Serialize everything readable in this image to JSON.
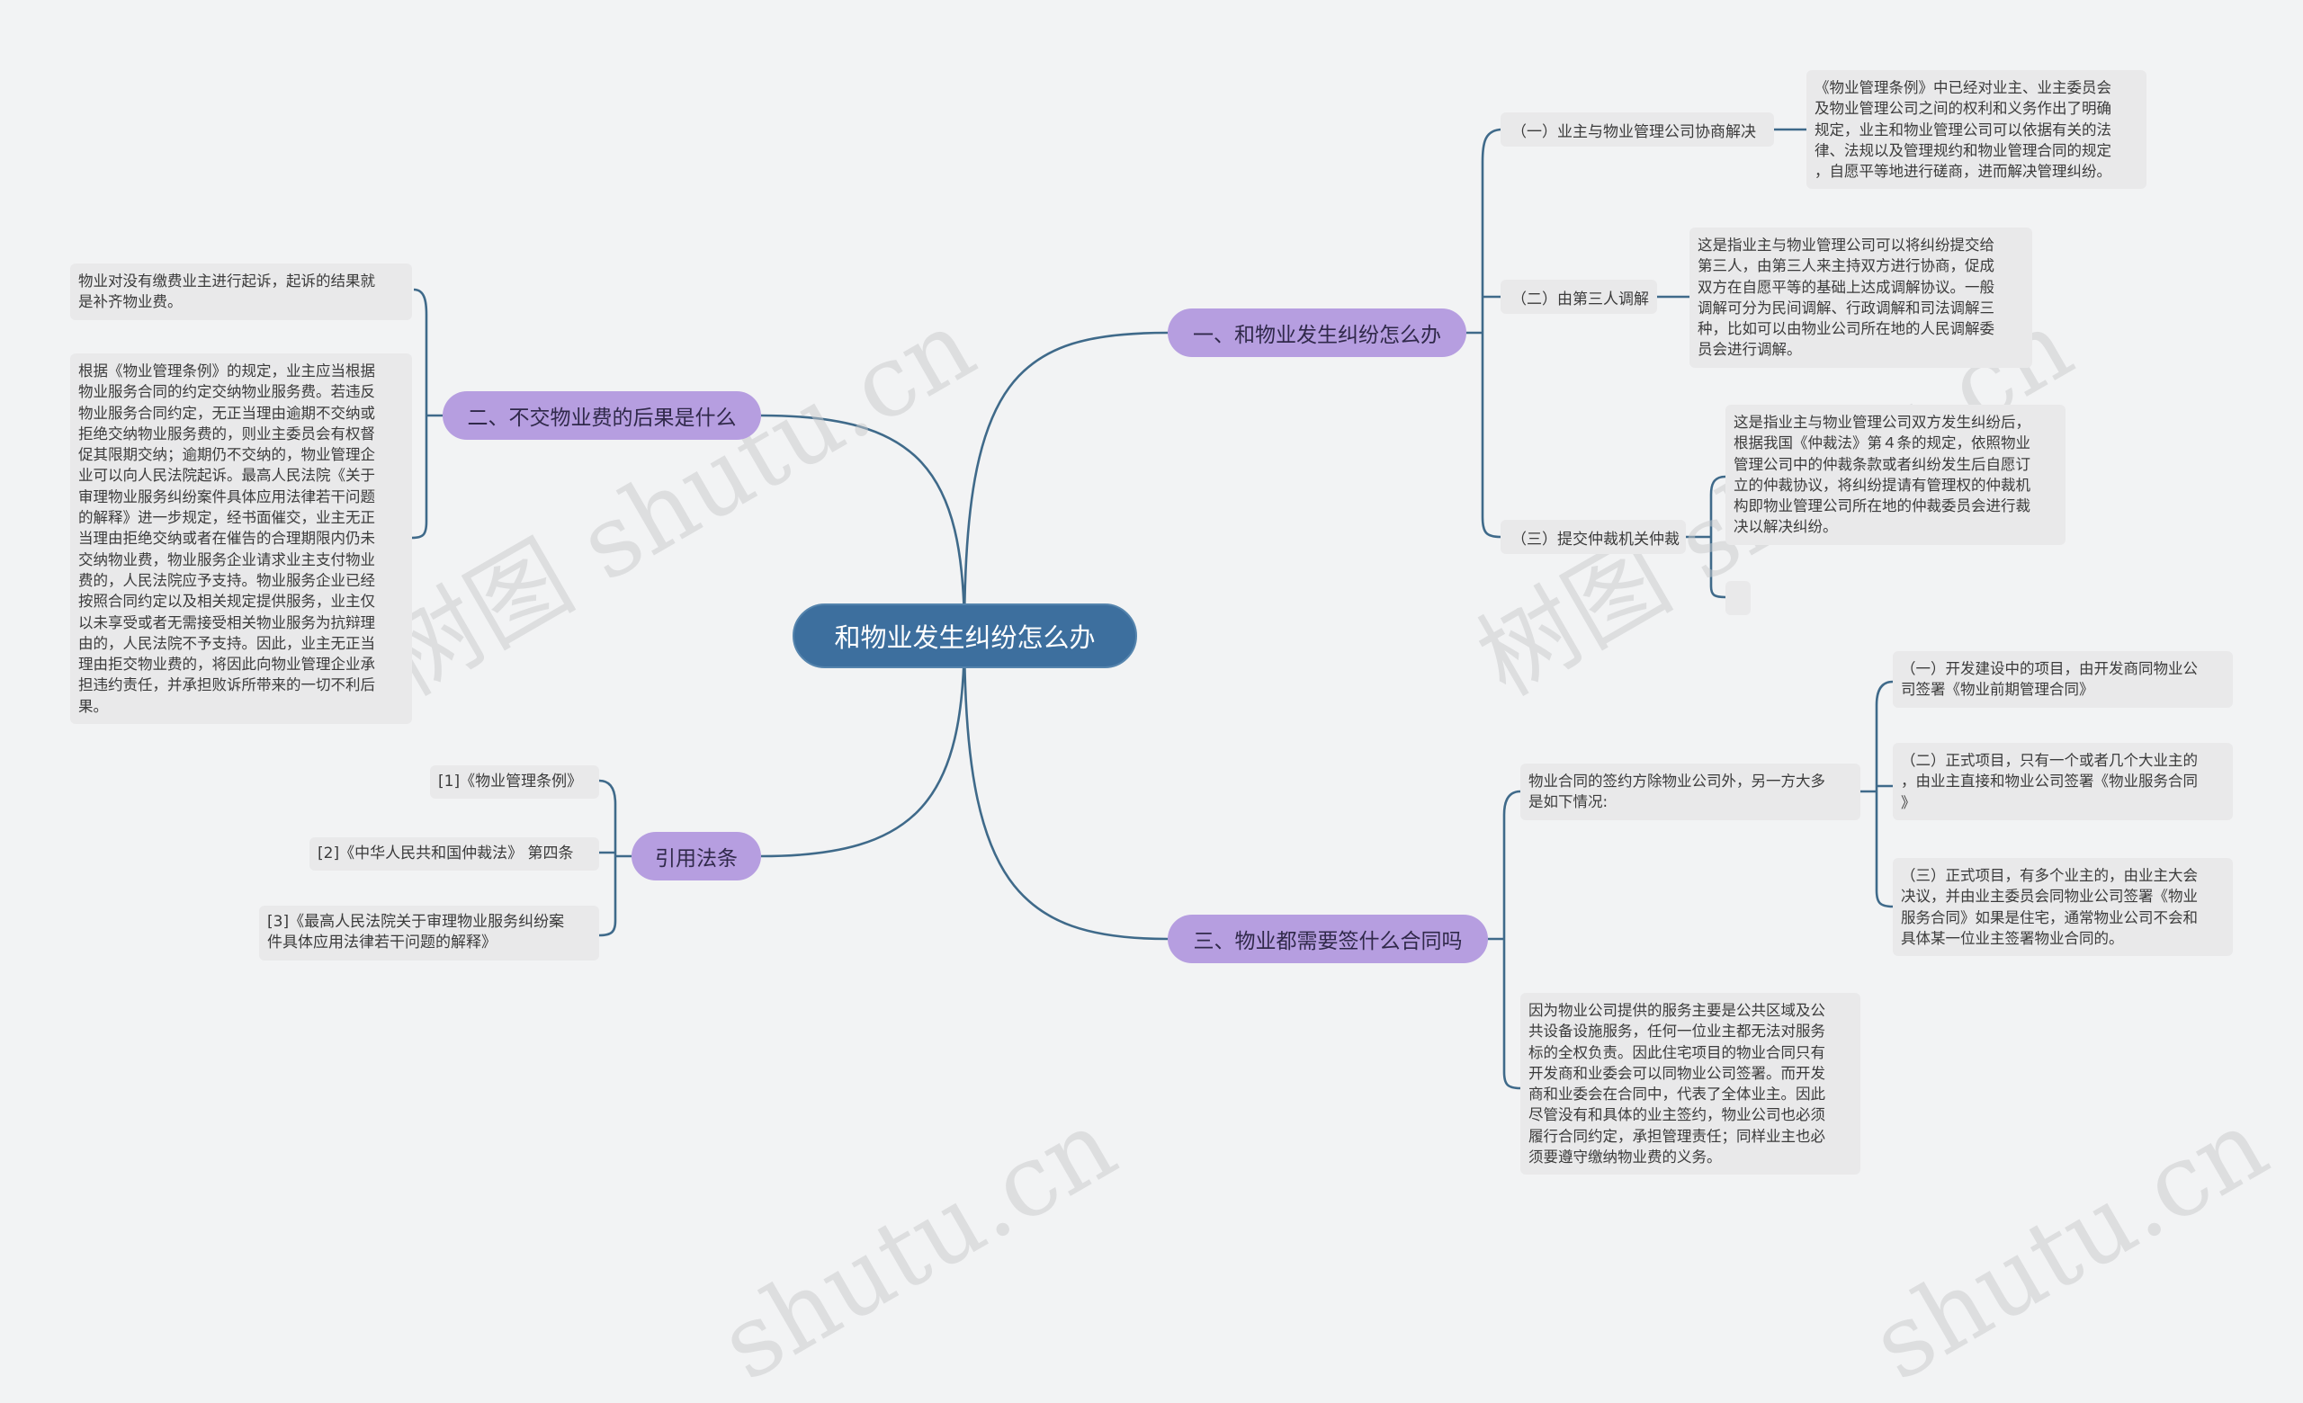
{
  "root": {
    "title": "和物业发生纠纷怎么办"
  },
  "colors": {
    "root": "#3d6f9e",
    "branch": "#b69ee0",
    "line": "#3f6a8a",
    "leaf": "#e9e9ea"
  },
  "branches": {
    "b1": {
      "title": "一、和物业发生纠纷怎么办",
      "subs": [
        {
          "title": "（一）业主与物业管理公司协商解决",
          "text": "《物业管理条例》中已经对业主、业主委员会\n及物业管理公司之间的权利和义务作出了明确\n规定，业主和物业管理公司可以依据有关的法\n律、法规以及管理规约和物业管理合同的规定\n，自愿平等地进行磋商，进而解决管理纠纷。"
        },
        {
          "title": "（二）由第三人调解",
          "text": "这是指业主与物业管理公司可以将纠纷提交给\n第三人，由第三人来主持双方进行协商，促成\n双方在自愿平等的基础上达成调解协议。一般\n调解可分为民间调解、行政调解和司法调解三\n种，比如可以由物业公司所在地的人民调解委\n员会进行调解。"
        },
        {
          "title": "（三）提交仲裁机关仲裁",
          "text": "这是指业主与物业管理公司双方发生纠纷后，\n根据我国《仲裁法》第４条的规定，依照物业\n管理公司中的仲裁条款或者纠纷发生后自愿订\n立的仲裁协议，将纠纷提请有管理权的仲裁机\n构即物业管理公司所在地的仲裁委员会进行裁\n决以解决纠纷。"
        }
      ]
    },
    "b2": {
      "title": "二、不交物业费的后果是什么",
      "items": [
        "物业对没有缴费业主进行起诉，起诉的结果就\n是补齐物业费。",
        "根据《物业管理条例》的规定，业主应当根据\n物业服务合同的约定交纳物业服务费。若违反\n物业服务合同约定，无正当理由逾期不交纳或\n拒绝交纳物业服务费的，则业主委员会有权督\n促其限期交纳；逾期仍不交纳的，物业管理企\n业可以向人民法院起诉。最高人民法院《关于\n审理物业服务纠纷案件具体应用法律若干问题\n的解释》进一步规定，经书面催交，业主无正\n当理由拒绝交纳或者在催告的合理期限内仍未\n交纳物业费，物业服务企业请求业主支付物业\n费的，人民法院应予支持。物业服务企业已经\n按照合同约定以及相关规定提供服务，业主仅\n以未享受或者无需接受相关物业服务为抗辩理\n由的，人民法院不予支持。因此，业主无正当\n理由拒交物业费的，将因此向物业管理企业承\n担违约责任，并承担败诉所带来的一切不利后\n果。"
      ]
    },
    "b3": {
      "title": "三、物业都需要签什么合同吗",
      "intro": "物业合同的签约方除物业公司外，另一方大多\n是如下情况:",
      "cases": [
        "（一）开发建设中的项目，由开发商同物业公\n司签署《物业前期管理合同》",
        "（二）正式项目，只有一个或者几个大业主的\n，由业主直接和物业公司签署《物业服务合同\n》",
        "（三）正式项目，有多个业主的，由业主大会\n决议，并由业主委员会同物业公司签署《物业\n服务合同》如果是住宅，通常物业公司不会和\n具体某一位业主签署物业合同的。"
      ],
      "reason": "因为物业公司提供的服务主要是公共区域及公\n共设备设施服务，任何一位业主都无法对服务\n标的全权负责。因此住宅项目的物业合同只有\n开发商和业委会可以同物业公司签署。而开发\n商和业委会在合同中，代表了全体业主。因此\n尽管没有和具体的业主签约，物业公司也必须\n履行合同约定，承担管理责任；同样业主也必\n须要遵守缴纳物业费的义务。"
    },
    "b4": {
      "title": "引用法条",
      "refs": [
        "[1]《物业管理条例》",
        "[2]《中华人民共和国仲裁法》 第四条",
        "[3]《最高人民法院关于审理物业服务纠纷案\n件具体应用法律若干问题的解释》"
      ]
    }
  },
  "watermark": {
    "text": "树图 shutu.cn",
    "short": "shutu.cn"
  }
}
